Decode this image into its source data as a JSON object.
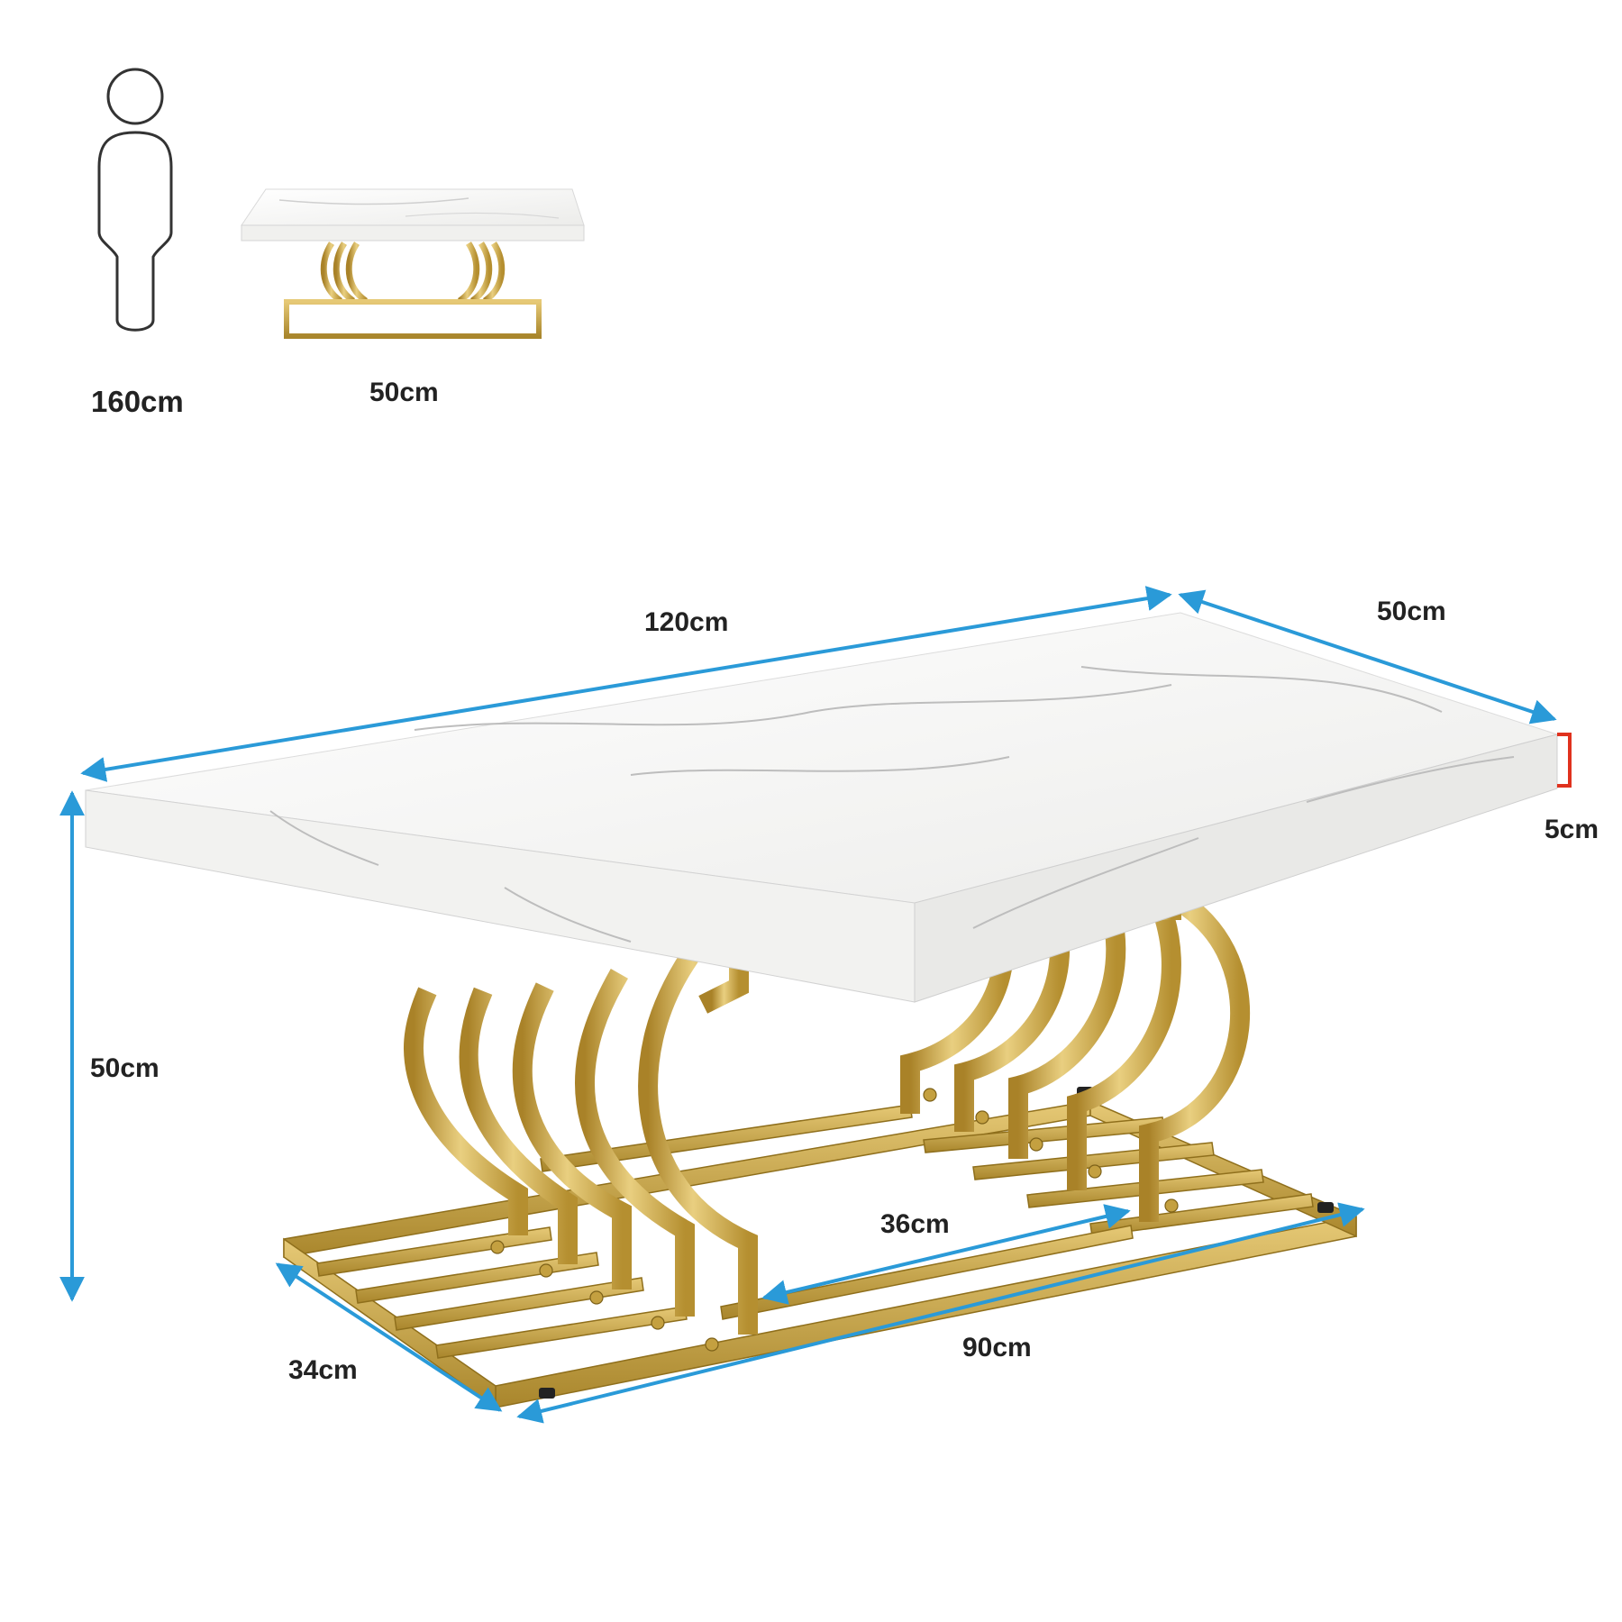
{
  "reference": {
    "person_height": "160cm",
    "table_height": "50cm"
  },
  "dimensions": {
    "top_length": "120cm",
    "top_depth": "50cm",
    "top_thickness": "5cm",
    "overall_height": "50cm",
    "base_depth": "34cm",
    "base_length": "90cm",
    "inner_span": "36cm"
  },
  "colors": {
    "arrow": "#2a9ad8",
    "thickness_marker": "#e0321e",
    "gold": "#c9a23a",
    "gold_dark": "#9c7a22",
    "gold_light": "#e7cc7a",
    "marble": "#f4f4f2",
    "marble_vein": "#b9b9b9",
    "outline": "#333333"
  },
  "icons": [
    "person-icon",
    "table-thumbnail-icon"
  ]
}
